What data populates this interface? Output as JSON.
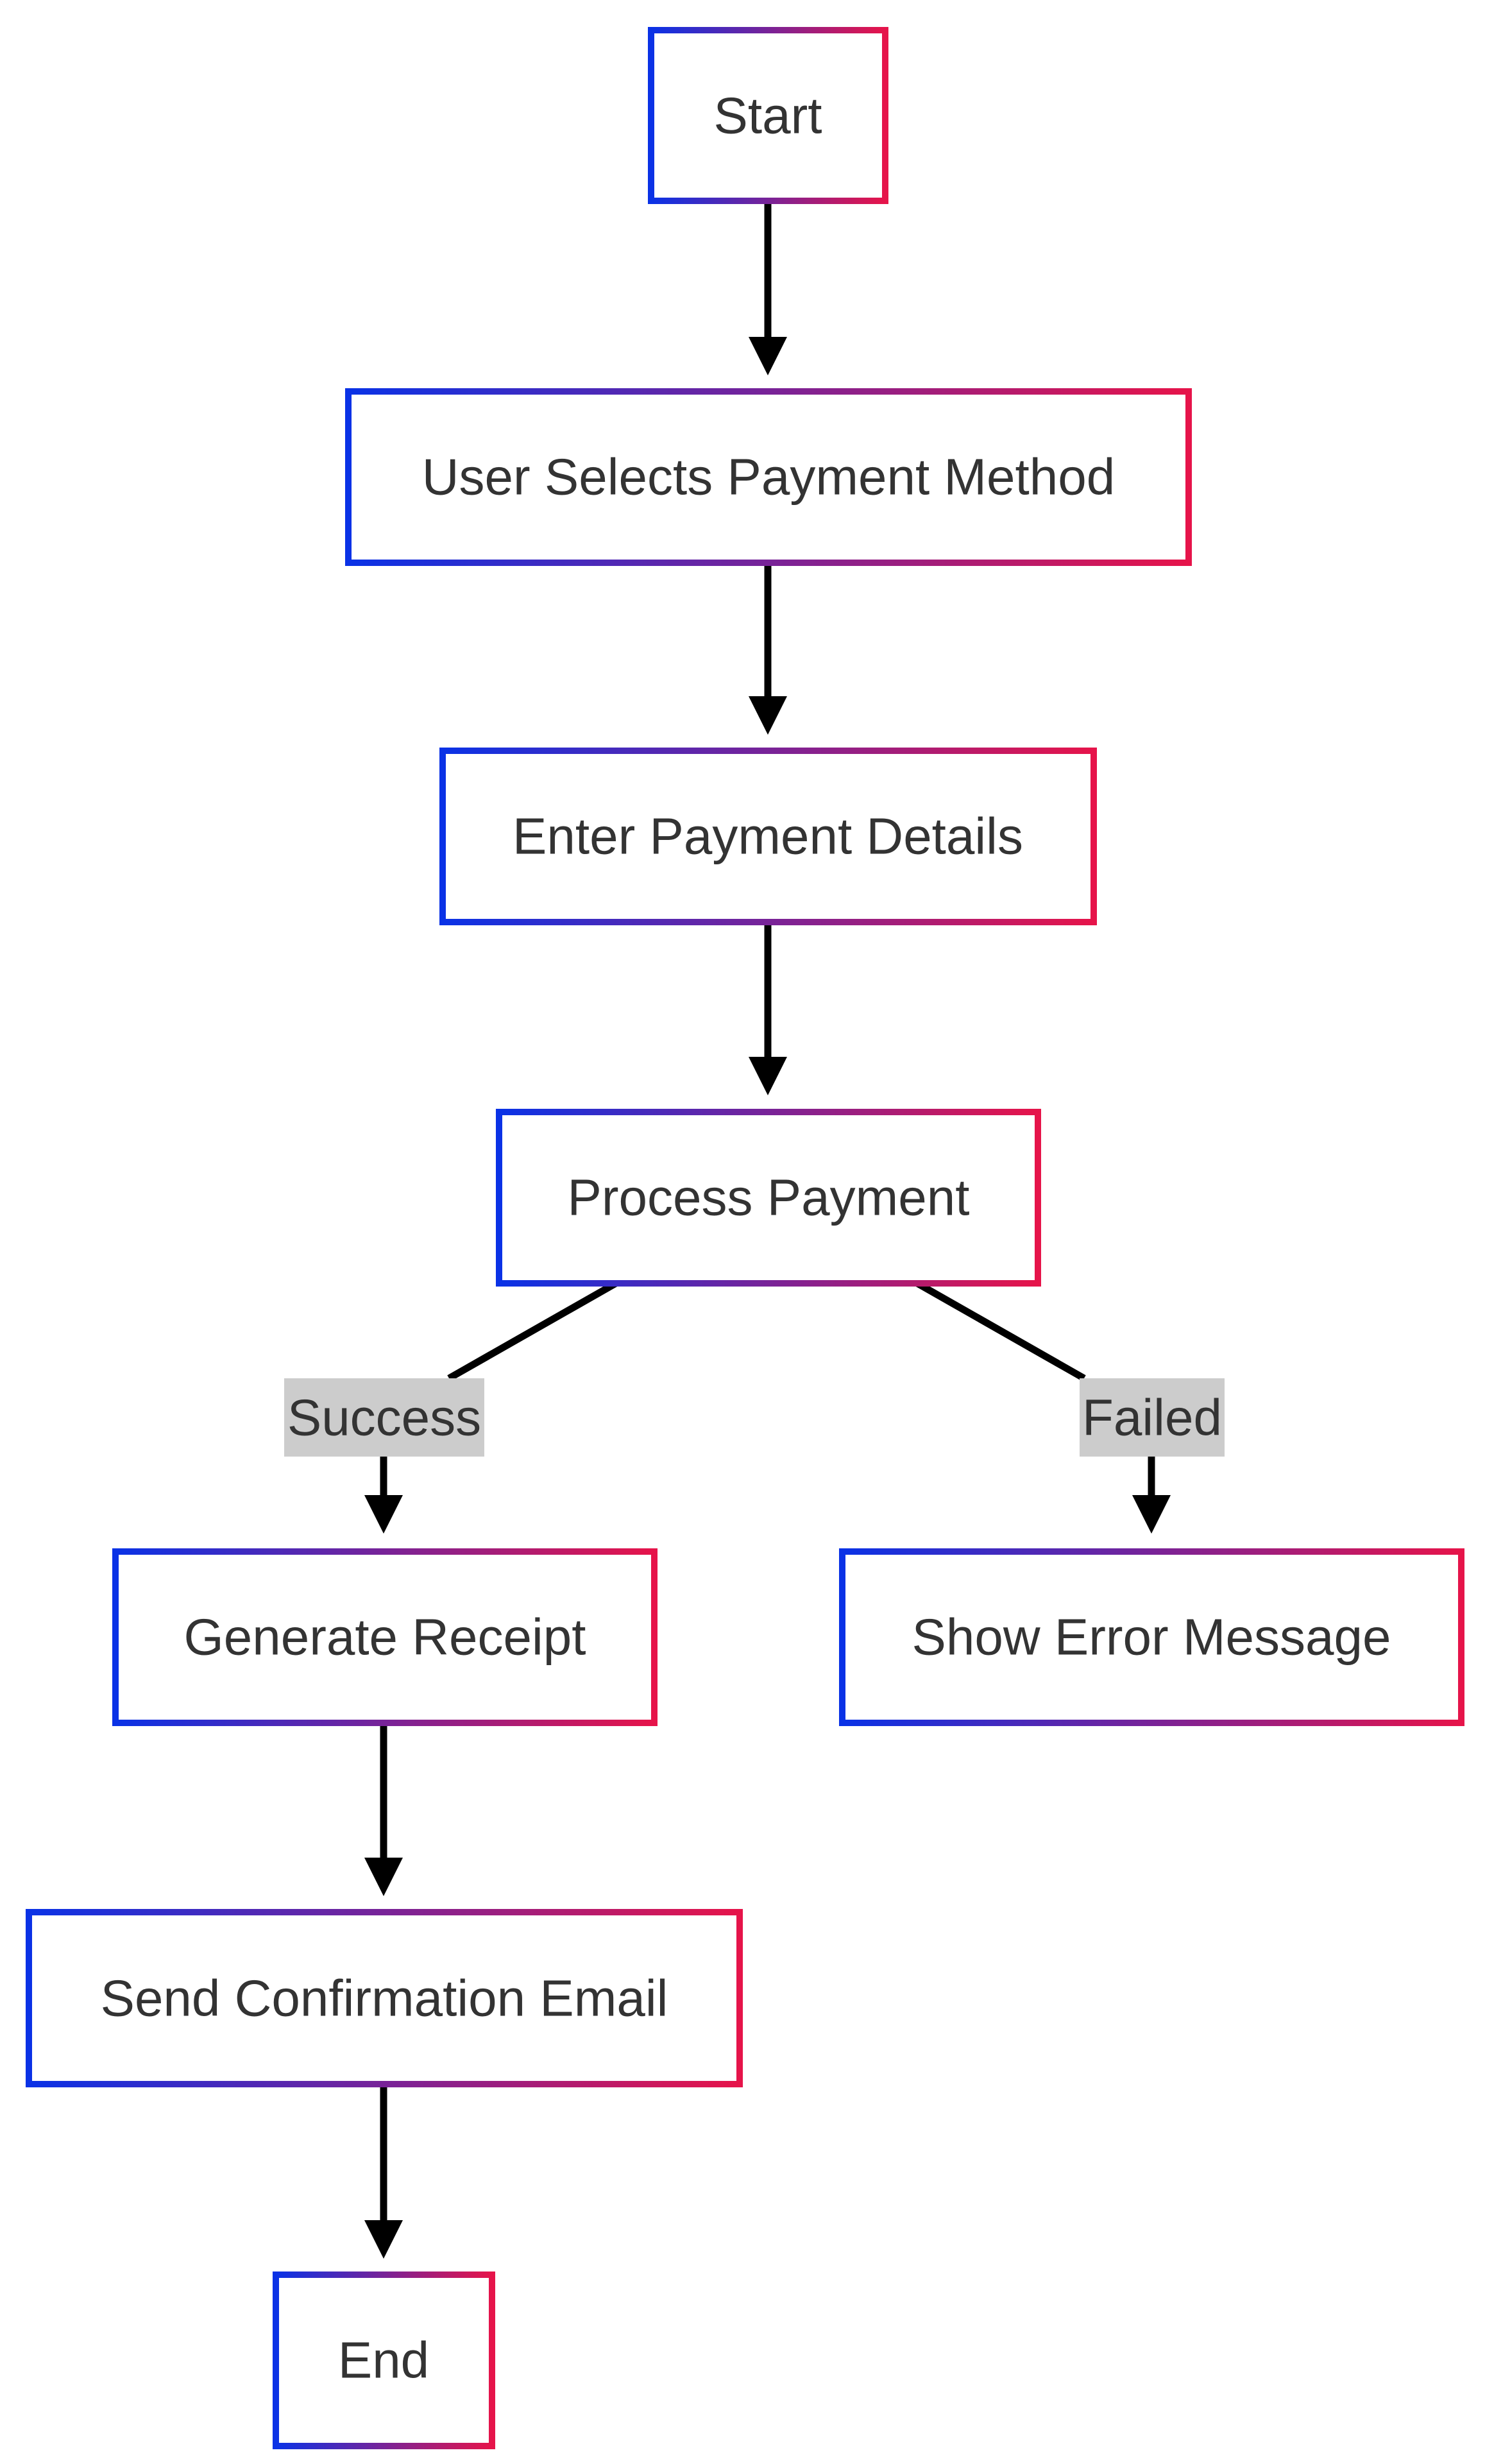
{
  "colors": {
    "border_start": "#0a32e6",
    "border_end": "#e6144a",
    "edge": "#000000",
    "edge_label_bg": "#cccccc",
    "text": "#333333"
  },
  "nodes": {
    "start": "Start",
    "select_method": "User Selects Payment Method",
    "enter_details": "Enter Payment Details",
    "process_payment": "Process Payment",
    "generate_receipt": "Generate Receipt",
    "show_error": "Show Error Message",
    "send_email": "Send Confirmation Email",
    "end": "End"
  },
  "edges": {
    "success_label": "Success",
    "failed_label": "Failed"
  }
}
